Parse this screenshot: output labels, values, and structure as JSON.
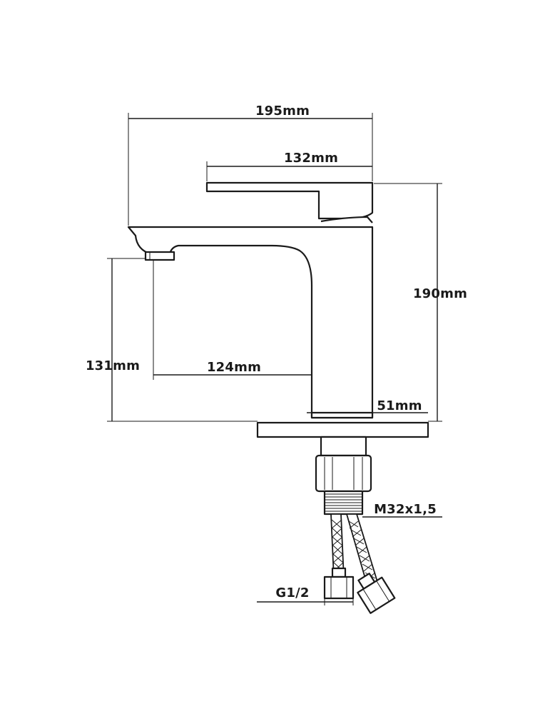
{
  "dimensions": {
    "total_length": "195mm",
    "handle_length": "132mm",
    "total_height": "190mm",
    "spout_height": "131mm",
    "spout_reach": "124mm",
    "base_diameter": "51mm",
    "mounting_thread": "M32x1,5",
    "hose_connection": "G1/2"
  },
  "colors": {
    "line": "#1a1a1a",
    "background": "#ffffff"
  }
}
